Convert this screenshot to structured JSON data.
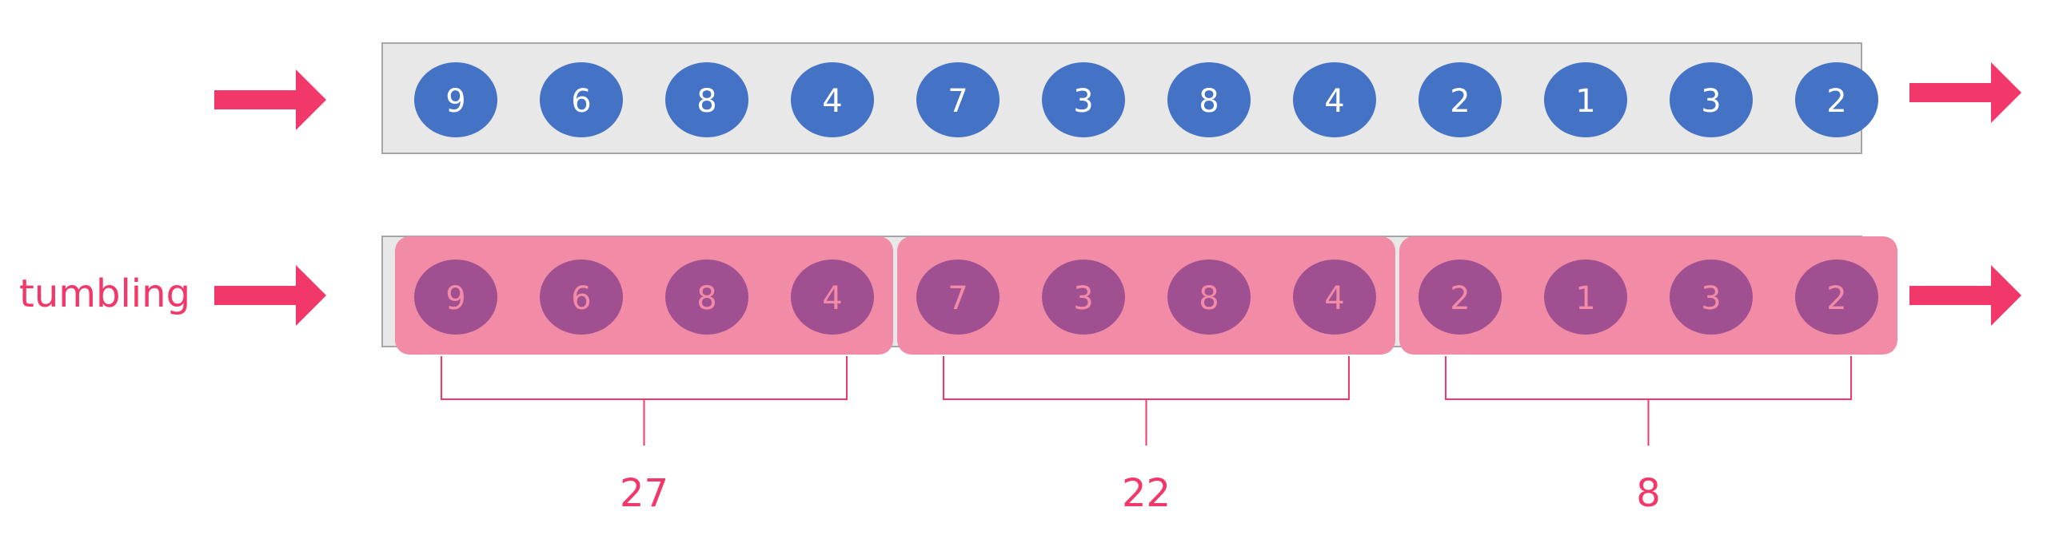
{
  "stream": {
    "values": [
      "9",
      "6",
      "8",
      "4",
      "7",
      "3",
      "8",
      "4",
      "2",
      "1",
      "3",
      "2"
    ]
  },
  "tumbling": {
    "label": "tumbling",
    "windows": [
      {
        "values": [
          "9",
          "6",
          "8",
          "4"
        ],
        "sum": "27"
      },
      {
        "values": [
          "7",
          "3",
          "8",
          "4"
        ],
        "sum": "22"
      },
      {
        "values": [
          "2",
          "1",
          "3",
          "2"
        ],
        "sum": "8"
      }
    ]
  },
  "colors": {
    "accent": "#f2386a",
    "node_blue": "#4472c4",
    "node_purple": "#a05090",
    "node_purple_text": "#f28aa8",
    "window_fill": "#f28ca6",
    "row_bg": "#e8e8e8",
    "row_border": "#a6a6a6"
  },
  "icons": {
    "flow_arrow": "right-arrow-icon"
  }
}
